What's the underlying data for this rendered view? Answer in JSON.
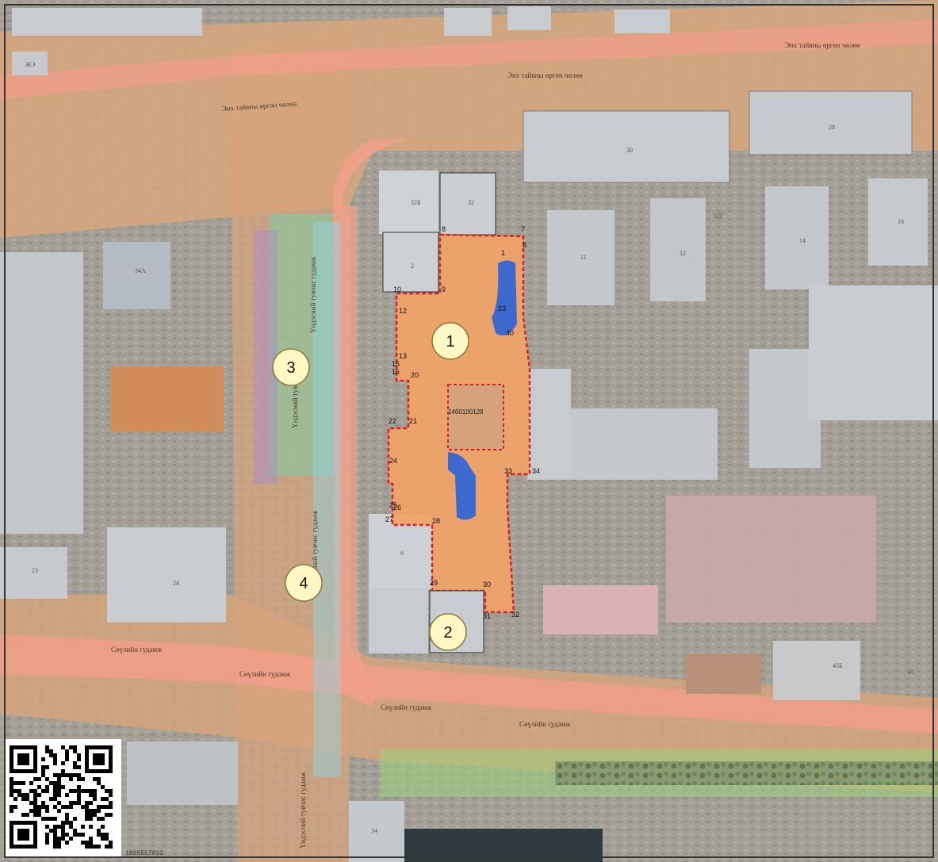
{
  "map": {
    "road_labels": {
      "top_1": "Энх тайвны өргөн чөлөө",
      "top_2": "Энх тайвны өргөн чөлөө",
      "top_3": "Энх тайвны өргөн чөлөө",
      "vertical_1": "Үндэсний тувчис гудамж",
      "vertical_2": "Үндэсний тувчис гудамж",
      "vertical_3": "Үндэсний тувчис гудамж",
      "vertical_4": "Үндэсний тувчис гудамж",
      "bottom_1": "Сөүлийн гудамж",
      "bottom_2": "Сөүлийн гудамж",
      "bottom_3": "Сөүлийн гудамж",
      "bottom_4": "Сөүлийн гудамж"
    },
    "building_numbers": {
      "b_30": "30",
      "b_28": "28",
      "b_32": "32",
      "b_32b": "32Б",
      "b_2": "2",
      "b_11": "11",
      "b_12": "12",
      "b_12g": "12Г",
      "b_14": "14",
      "b_16": "16",
      "b_34a": "34А",
      "b_23": "23",
      "b_24": "24",
      "b_6": "6",
      "b_45b": "45Б",
      "b_45": "45",
      "b_14s": "14",
      "b_tl": "ЖЭ"
    },
    "cadastral_id": "14б0100128",
    "vertex_labels": [
      "1",
      "3",
      "7",
      "8",
      "9",
      "10",
      "12",
      "13",
      "15",
      "16",
      "20",
      "21",
      "22",
      "23",
      "24",
      "25",
      "26",
      "27",
      "28",
      "29",
      "30",
      "31",
      "32",
      "33",
      "34",
      "40"
    ],
    "zones": [
      "1",
      "2",
      "3",
      "4"
    ],
    "qr_code_text": "1085557832",
    "colors": {
      "parcel_fill": "#f3a266",
      "parcel_border": "#d22525",
      "road_zone": "#efb48c",
      "red_line_zone": "#f59a8a",
      "water_blue": "#2a62d8",
      "green_zone": "#7ccf9b",
      "building_gray": "#c8cbcf"
    }
  }
}
